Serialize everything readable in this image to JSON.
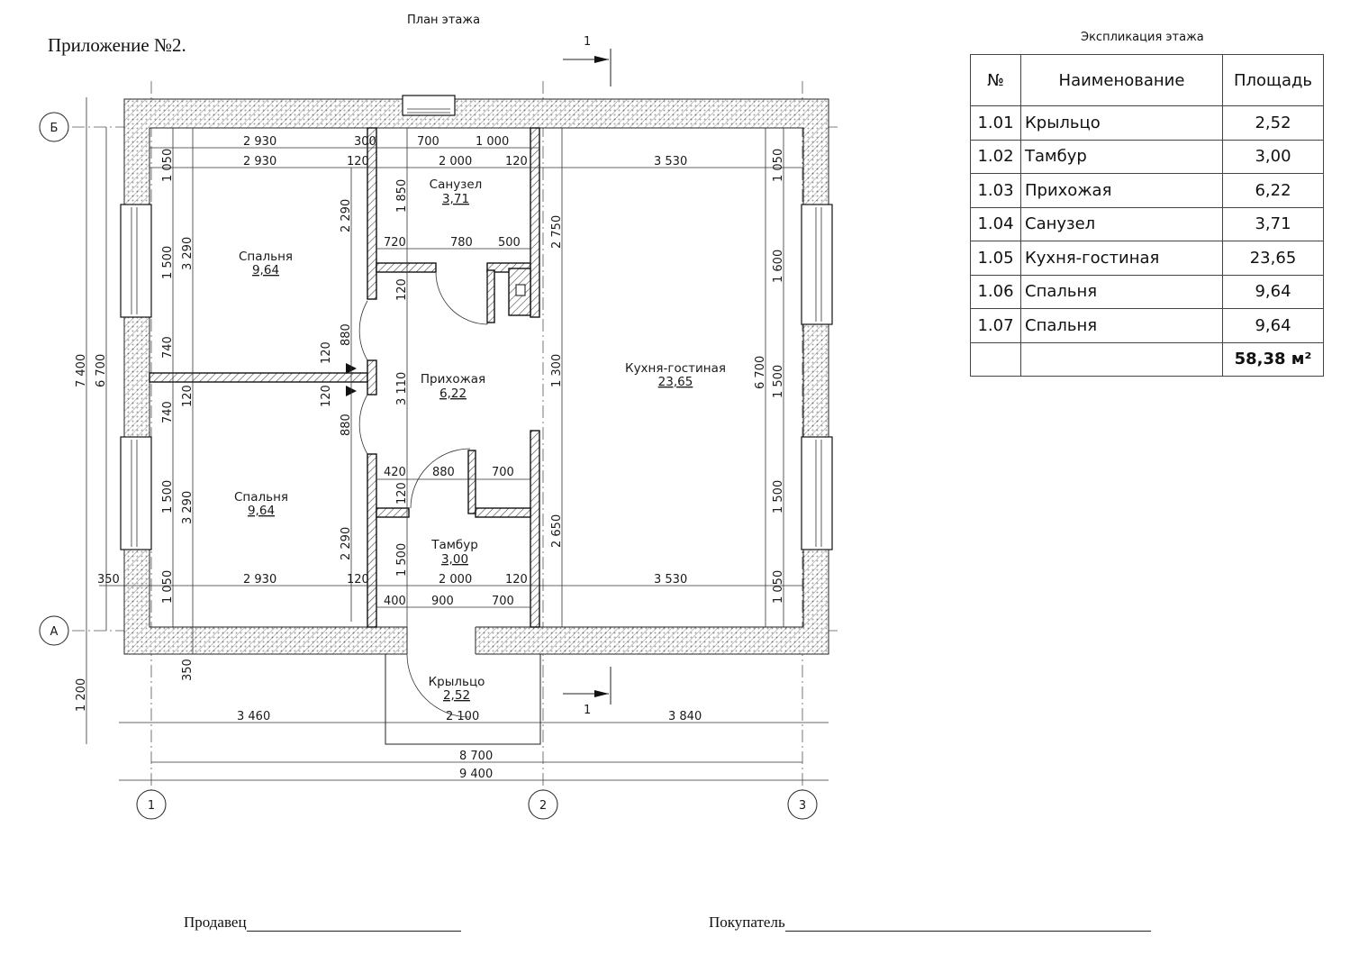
{
  "appendix_title": "Приложение №2.",
  "plan_title": "План этажа",
  "explication": {
    "title": "Экспликация  этажа",
    "headers": [
      "№",
      "Наименование",
      "Площадь"
    ],
    "rows": [
      {
        "no": "1.01",
        "name": "Крыльцо",
        "area": "2,52"
      },
      {
        "no": "1.02",
        "name": "Тамбур",
        "area": "3,00"
      },
      {
        "no": "1.03",
        "name": "Прихожая",
        "area": "6,22"
      },
      {
        "no": "1.04",
        "name": "Санузел",
        "area": "3,71"
      },
      {
        "no": "1.05",
        "name": "Кухня-гостиная",
        "area": "23,65"
      },
      {
        "no": "1.06",
        "name": "Спальня",
        "area": "9,64"
      },
      {
        "no": "1.07",
        "name": "Спальня",
        "area": "9,64"
      }
    ],
    "total": "58,38 м²"
  },
  "rooms": [
    {
      "id": "bedroom-top",
      "name": "Спальня",
      "area": "9,64"
    },
    {
      "id": "bedroom-bottom",
      "name": "Спальня",
      "area": "9,64"
    },
    {
      "id": "bathroom",
      "name": "Санузел",
      "area": "3,71"
    },
    {
      "id": "hallway",
      "name": "Прихожая",
      "area": "6,22"
    },
    {
      "id": "vestibule",
      "name": "Тамбур",
      "area": "3,00"
    },
    {
      "id": "kitchen",
      "name": "Кухня-гостиная",
      "area": "23,65"
    },
    {
      "id": "porch",
      "name": "Крыльцо",
      "area": "2,52"
    }
  ],
  "axes": {
    "rows": [
      "Б",
      "А"
    ],
    "columns": [
      "1",
      "2",
      "3"
    ]
  },
  "section_mark": "1",
  "dimensions": {
    "top_row1": [
      "2 930",
      "300",
      "700",
      "1 000"
    ],
    "top_row2": [
      "2 930",
      "120",
      "2 000",
      "120",
      "3 530"
    ],
    "mid_row": [
      "720",
      "780",
      "500"
    ],
    "vest_row": [
      "420",
      "880",
      "700"
    ],
    "bottom_row1": [
      "350",
      "2 930",
      "120",
      "2 000",
      "120",
      "3 530"
    ],
    "bottom_row2": [
      "400",
      "900",
      "700"
    ],
    "overall_parts": [
      "3 460",
      "2 100",
      "3 840"
    ],
    "overall_axes": "8 700",
    "overall_total": "9 400",
    "left_verticals": [
      "7 400",
      "6 700",
      "1 200",
      "350"
    ],
    "left_outer": [
      "1 050",
      "1 500",
      "740",
      "740",
      "1 500",
      "1 050"
    ],
    "left_inner": [
      "3 290",
      "120",
      "3 290"
    ],
    "bedroom_right": [
      "2 290",
      "2 290"
    ],
    "door_dims": [
      "880",
      "120",
      "120",
      "880"
    ],
    "bath_dims": [
      "1 850",
      "120",
      "3 110",
      "120",
      "1 500"
    ],
    "kitchen_left": [
      "2 750",
      "1 300",
      "2 650"
    ],
    "right_outer": [
      "1 050",
      "1 600",
      "1 500",
      "1 500",
      "1 050"
    ],
    "right_axis": "6 700"
  },
  "signatures": {
    "seller": "Продавец",
    "buyer": "Покупатель"
  }
}
